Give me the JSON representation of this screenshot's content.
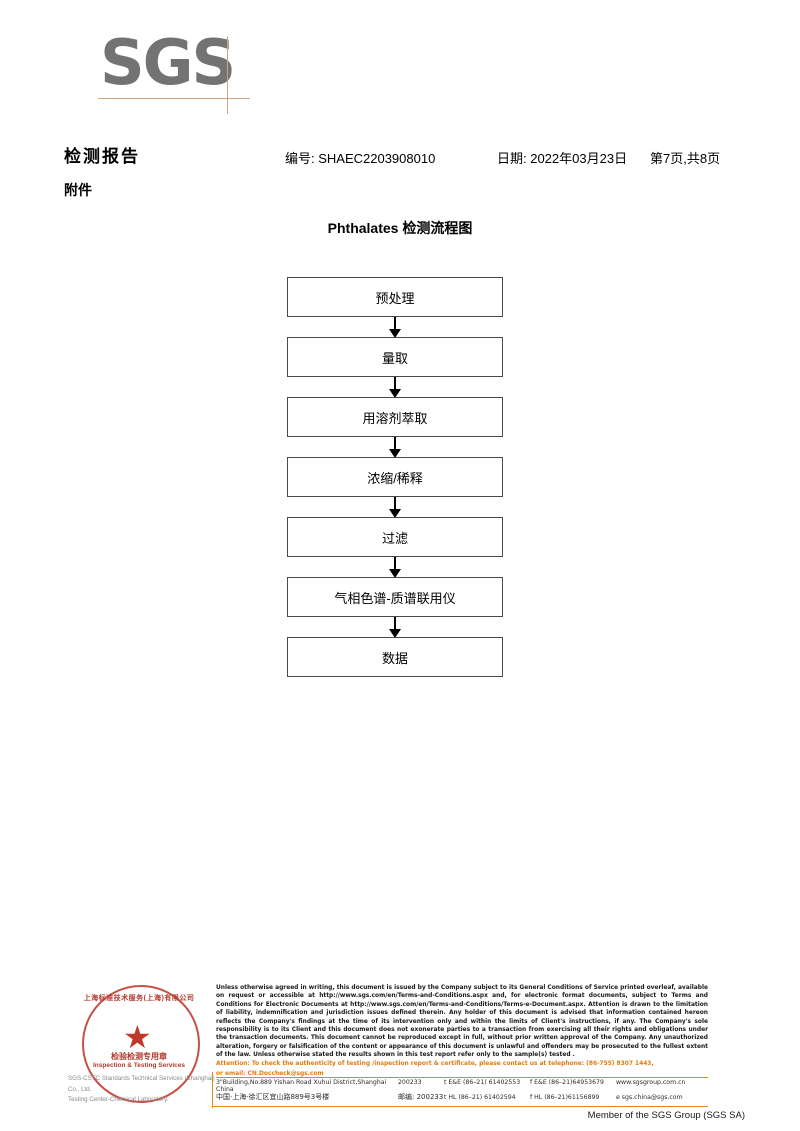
{
  "logo": {
    "text": "SGS"
  },
  "header": {
    "title": "检测报告",
    "attachment_label": "附件",
    "report_no": "编号: SHAEC2203908010",
    "date": "日期: 2022年03月23日",
    "page": "第7页,共8页"
  },
  "flowchart": {
    "title": "Phthalates 检测流程图",
    "steps": [
      {
        "label": "预处理"
      },
      {
        "label": "量取"
      },
      {
        "label": "用溶剂萃取"
      },
      {
        "label": "浓缩/稀释"
      },
      {
        "label": "过滤"
      },
      {
        "label": "气相色谱-质谱联用仪"
      },
      {
        "label": "数据"
      }
    ]
  },
  "seal": {
    "arc_text": "上海标准技术服务(上海)有限公司",
    "cn_text": "检验检测专用章",
    "en_text": "Inspection & Testing Services",
    "star": "★",
    "color": "#c0392b"
  },
  "company_grey": {
    "line1": "SGS-CSTC Standards Technical Services (Shanghai) Co., Ltd.",
    "line2": "Testing Center-Chemical Laboratory."
  },
  "legal": {
    "paragraph": "Unless otherwise agreed in writing, this document is issued by the Company subject to its General Conditions of Service printed overleaf, available on request or accessible at http://www.sgs.com/en/Terms-and-Conditions.aspx and, for electronic format documents, subject to Terms and Conditions for Electronic Documents at http://www.sgs.com/en/Terms-and-Conditions/Terms-e-Document.aspx. Attention is drawn to the limitation of liability, indemnification and jurisdiction issues defined therein. Any holder of this document is advised that information contained hereon reflects the Company's findings at the time of its intervention only and within the limits of Client's instructions, if any. The Company's sole responsibility is to its Client and this document does not exonerate parties to a transaction from exercising all their rights and obligations under the transaction documents. This document cannot be reproduced except in full, without prior written approval of the Company. Any unauthorized alteration, forgery or falsification of the content or appearance of this document is unlawful and offenders may be prosecuted to the fullest extent of the law. Unless otherwise stated the results shown in this test report refer only to the sample(s) tested .",
    "attention_line1": "Attention: To check the authenticity of testing /inspection report & certificate, please contact us at telephone: (86-755) 8307 1443,",
    "attention_line2": "or email: CN.Doccheck@sgs.com",
    "attention_color": "#e07b10"
  },
  "footer_address": {
    "rows": [
      {
        "address": "3\"Building,No.889 Yishan Road Xuhui District,Shanghai China",
        "zip": "200233",
        "tel1": "t E&E (86–21) 61402553",
        "tel2": "f E&E (86–21)64953679",
        "web": "www.sgsgroup.com.cn"
      },
      {
        "address": "中国·上海·徐汇区宜山路889号3号楼",
        "zip": "邮编: 200233",
        "tel1": "t HL (86–21) 61402594",
        "tel2": "f HL (86–21)61156899",
        "web": "e sgs.china@sgs.com"
      }
    ]
  },
  "member_line": "Member of the SGS Group (SGS SA)"
}
